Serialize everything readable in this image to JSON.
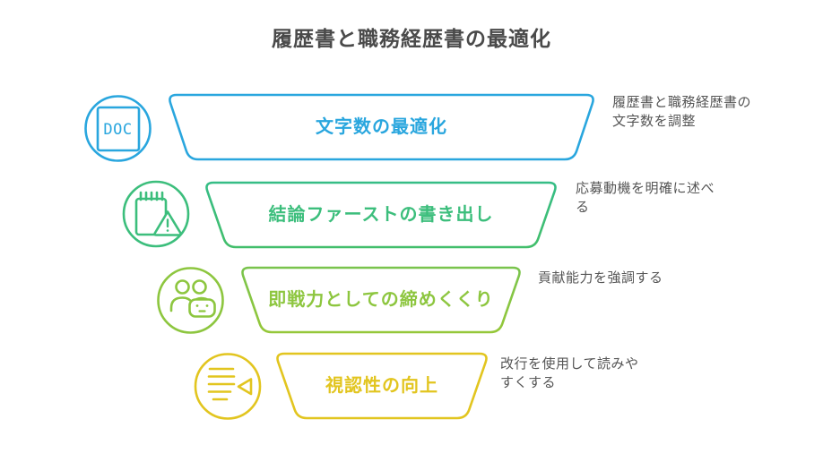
{
  "title": "履歴書と職務経歴書の最適化",
  "steps": [
    {
      "label": "文字数の最適化",
      "note": "履歴書と職務経歴書の文字数を調整",
      "icon": "doc-document-icon",
      "icon_text": "DOC",
      "color": "#29a6de"
    },
    {
      "label": "結論ファーストの書き出し",
      "note": "応募動機を明確に述べる",
      "icon": "notepad-warning-icon",
      "color": "#3cbe7c"
    },
    {
      "label": "即戦力としての締めくくり",
      "note": "貢献能力を強調する",
      "icon": "team-controller-icon",
      "color": "#8dc63f"
    },
    {
      "label": "視認性の向上",
      "note": "改行を使用して読みやすくする",
      "icon": "text-align-back-icon",
      "color": "#e2c51f"
    }
  ],
  "palette": {
    "title_text": "#4a4a4a",
    "note_text": "#555555",
    "background": "#ffffff",
    "step1_blue": "#29a6de",
    "step2_green": "#3cbe7c",
    "step3_yellow_green": "#8dc63f",
    "step4_yellow": "#e2c51f"
  }
}
